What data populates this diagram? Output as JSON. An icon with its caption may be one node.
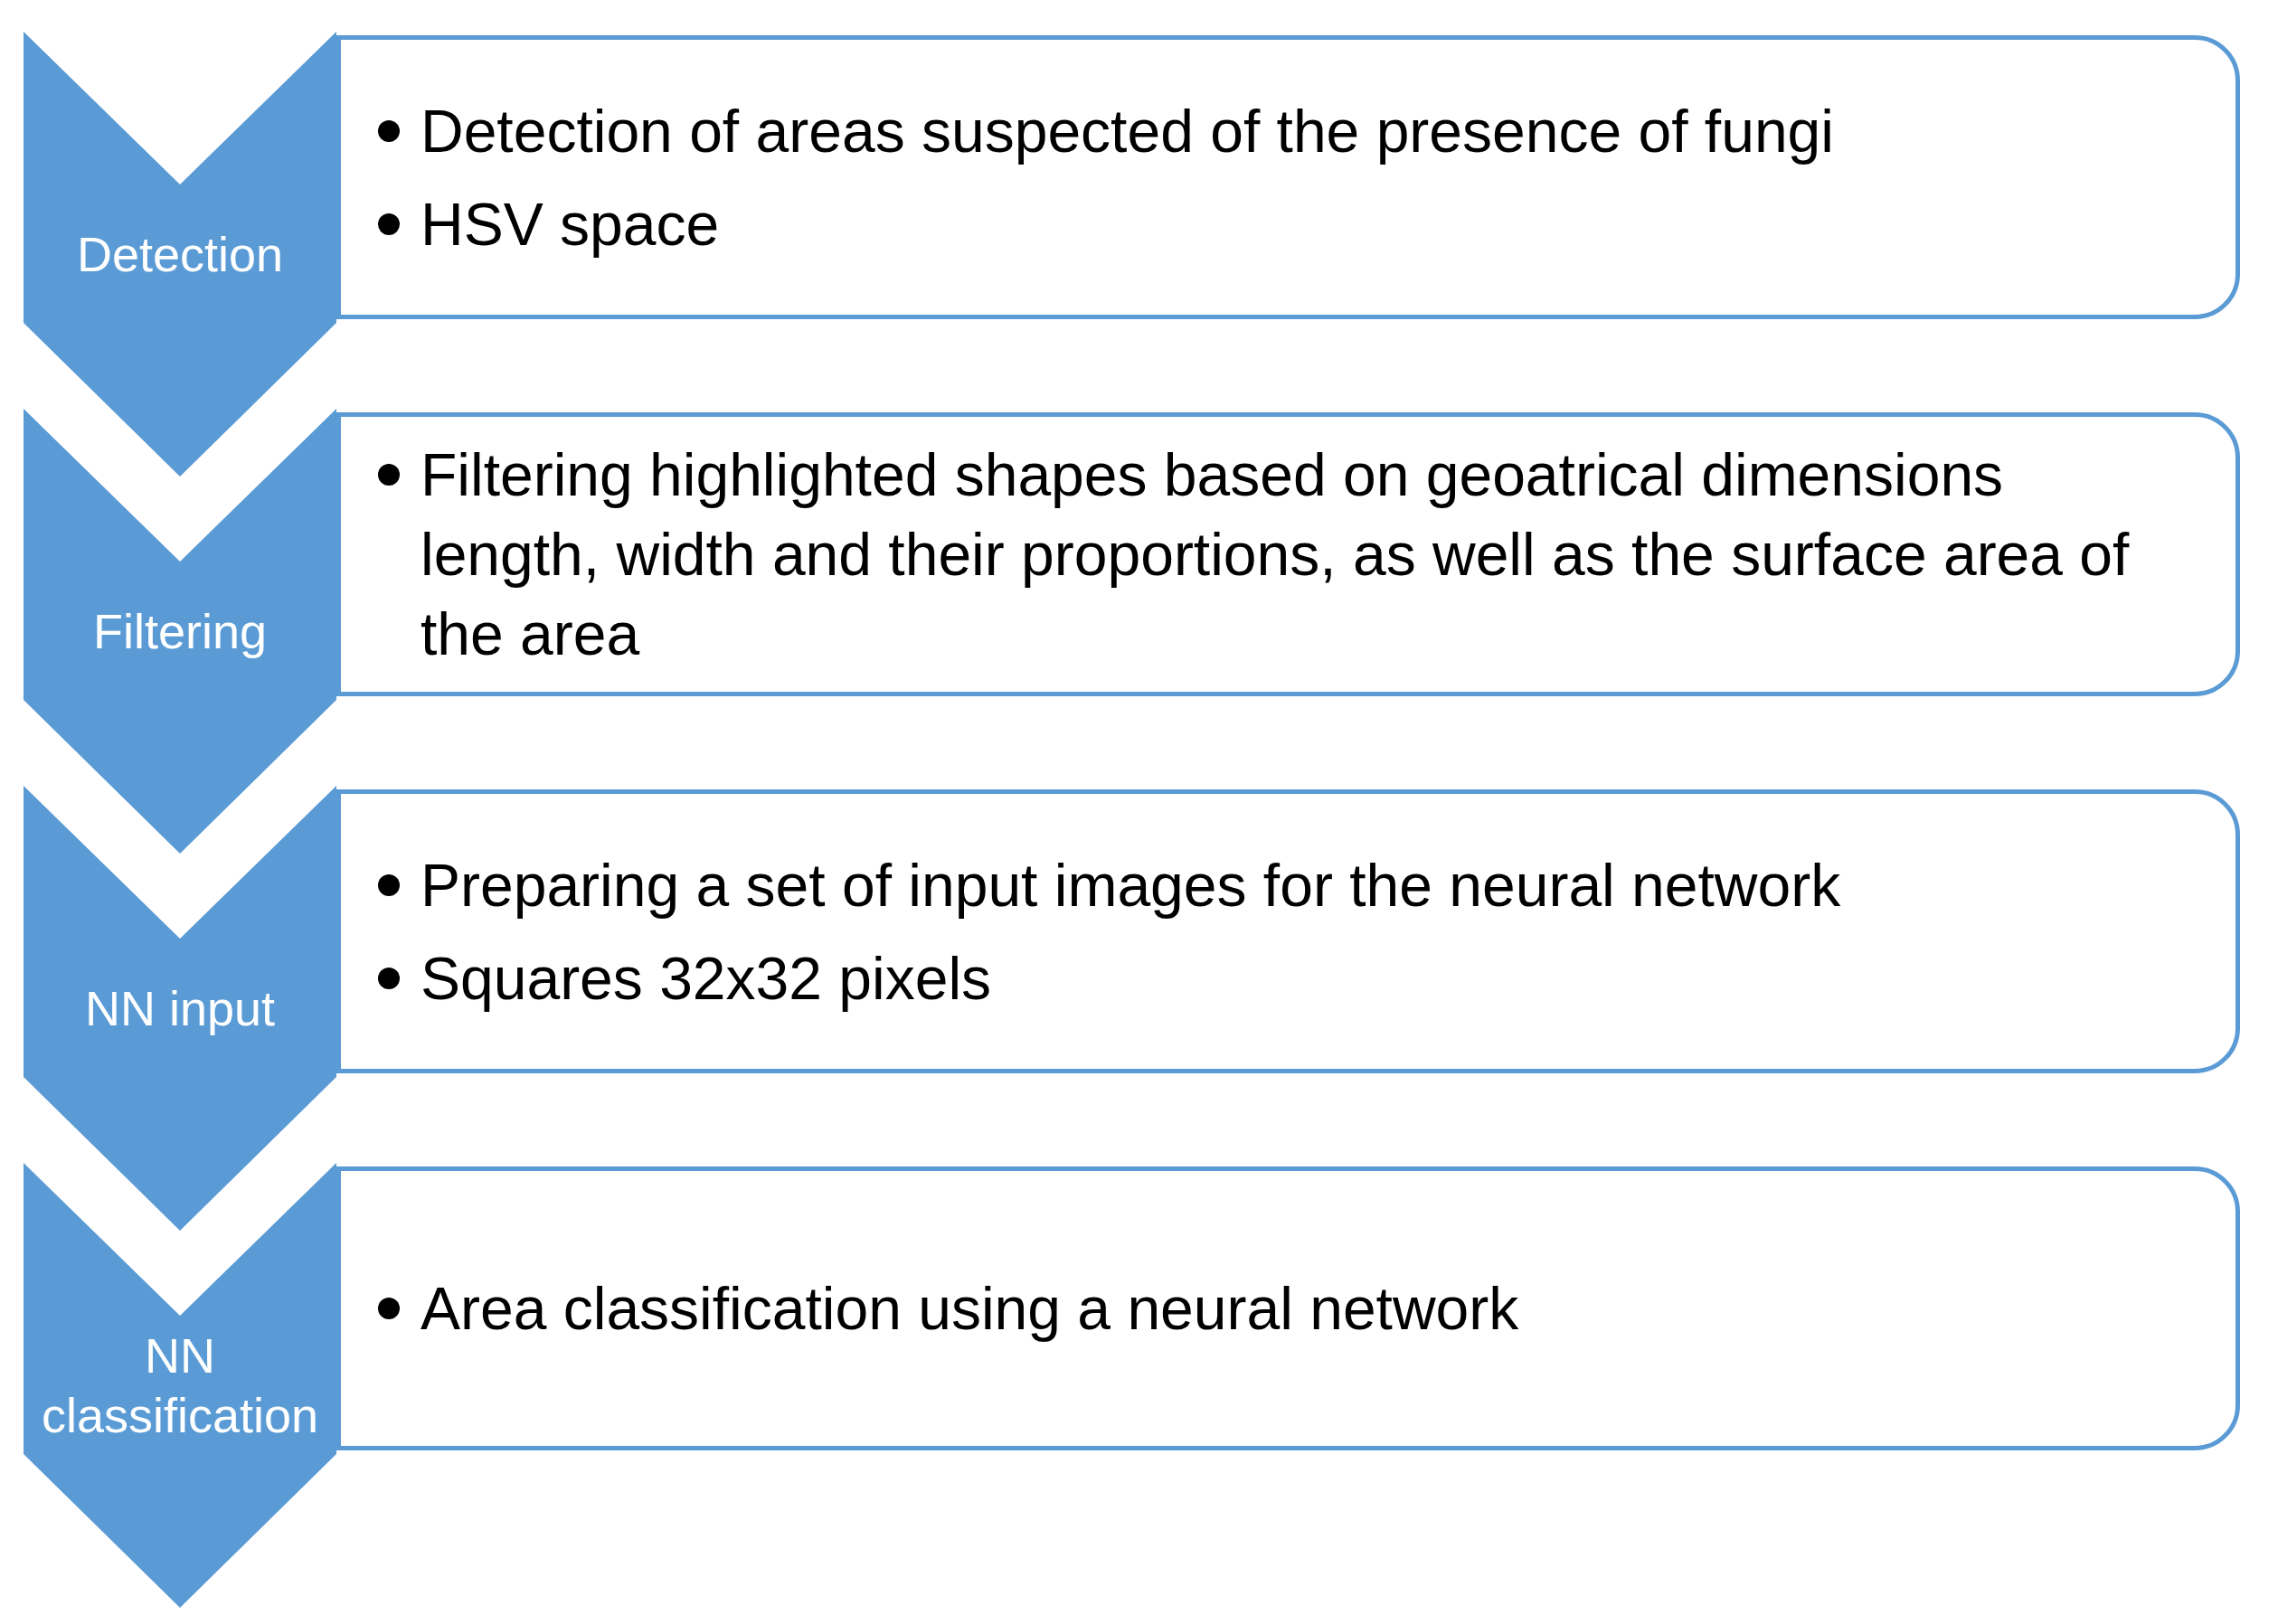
{
  "diagram": {
    "nodes": [
      {
        "text": [
          "Detection"
        ]
      },
      {
        "text": [
          "Detection of areas suspected of the presence of fungi",
          "HSV space"
        ]
      },
      {
        "text": [
          "Filtering"
        ]
      },
      {
        "text": [
          "Filtering highlighted shapes based on geoatrical dimensions length, width and their proportions, as well as the surface area of the area"
        ]
      },
      {
        "text": [
          "NN input"
        ]
      },
      {
        "text": [
          "Preparing a set of input images for the neural network",
          "Squares 32x32 pixels"
        ]
      },
      {
        "text": [
          "NN classification"
        ]
      },
      {
        "text": [
          "Area classification using a neural network"
        ]
      }
    ]
  }
}
